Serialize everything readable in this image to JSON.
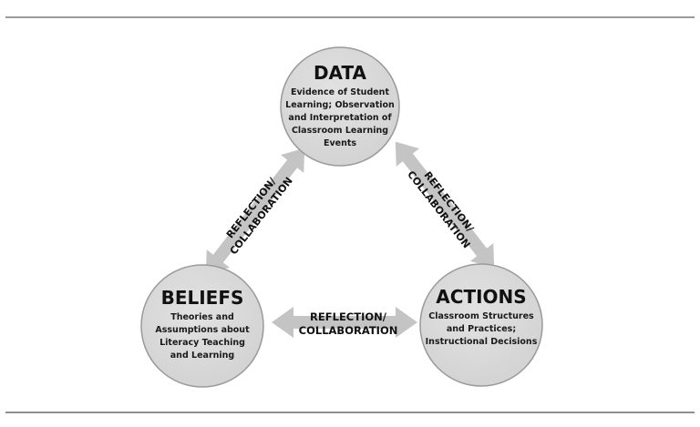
{
  "diagram": {
    "nodes": {
      "data": {
        "title": "DATA",
        "lines": [
          "Evidence of Student",
          "Learning; Observation",
          "and  Interpretation of",
          "Classroom Learning",
          "Events"
        ]
      },
      "beliefs": {
        "title": "BELIEFS",
        "lines": [
          "Theories and",
          "Assumptions about",
          "Literacy Teaching",
          "and Learning"
        ]
      },
      "actions": {
        "title": "ACTIONS",
        "lines": [
          "Classroom Structures",
          "and Practices;",
          "Instructional Decisions"
        ]
      }
    },
    "edges": {
      "left": {
        "from": "beliefs",
        "to": "data",
        "line1": "REFLECTION/",
        "line2": "COLLABORATION",
        "direction": "bidirectional"
      },
      "right": {
        "from": "data",
        "to": "actions",
        "line1": "REFLECTION/",
        "line2": "COLLABORATION",
        "direction": "bidirectional"
      },
      "bottom": {
        "from": "beliefs",
        "to": "actions",
        "line1": "REFLECTION/",
        "line2": "COLLABORATION",
        "direction": "bidirectional"
      }
    },
    "colors": {
      "circle_fill": "#dcdcdc",
      "circle_stroke": "#9a9a9a",
      "arrow_fill": "#c4c4c4",
      "rule": "#9a9a9a"
    }
  }
}
